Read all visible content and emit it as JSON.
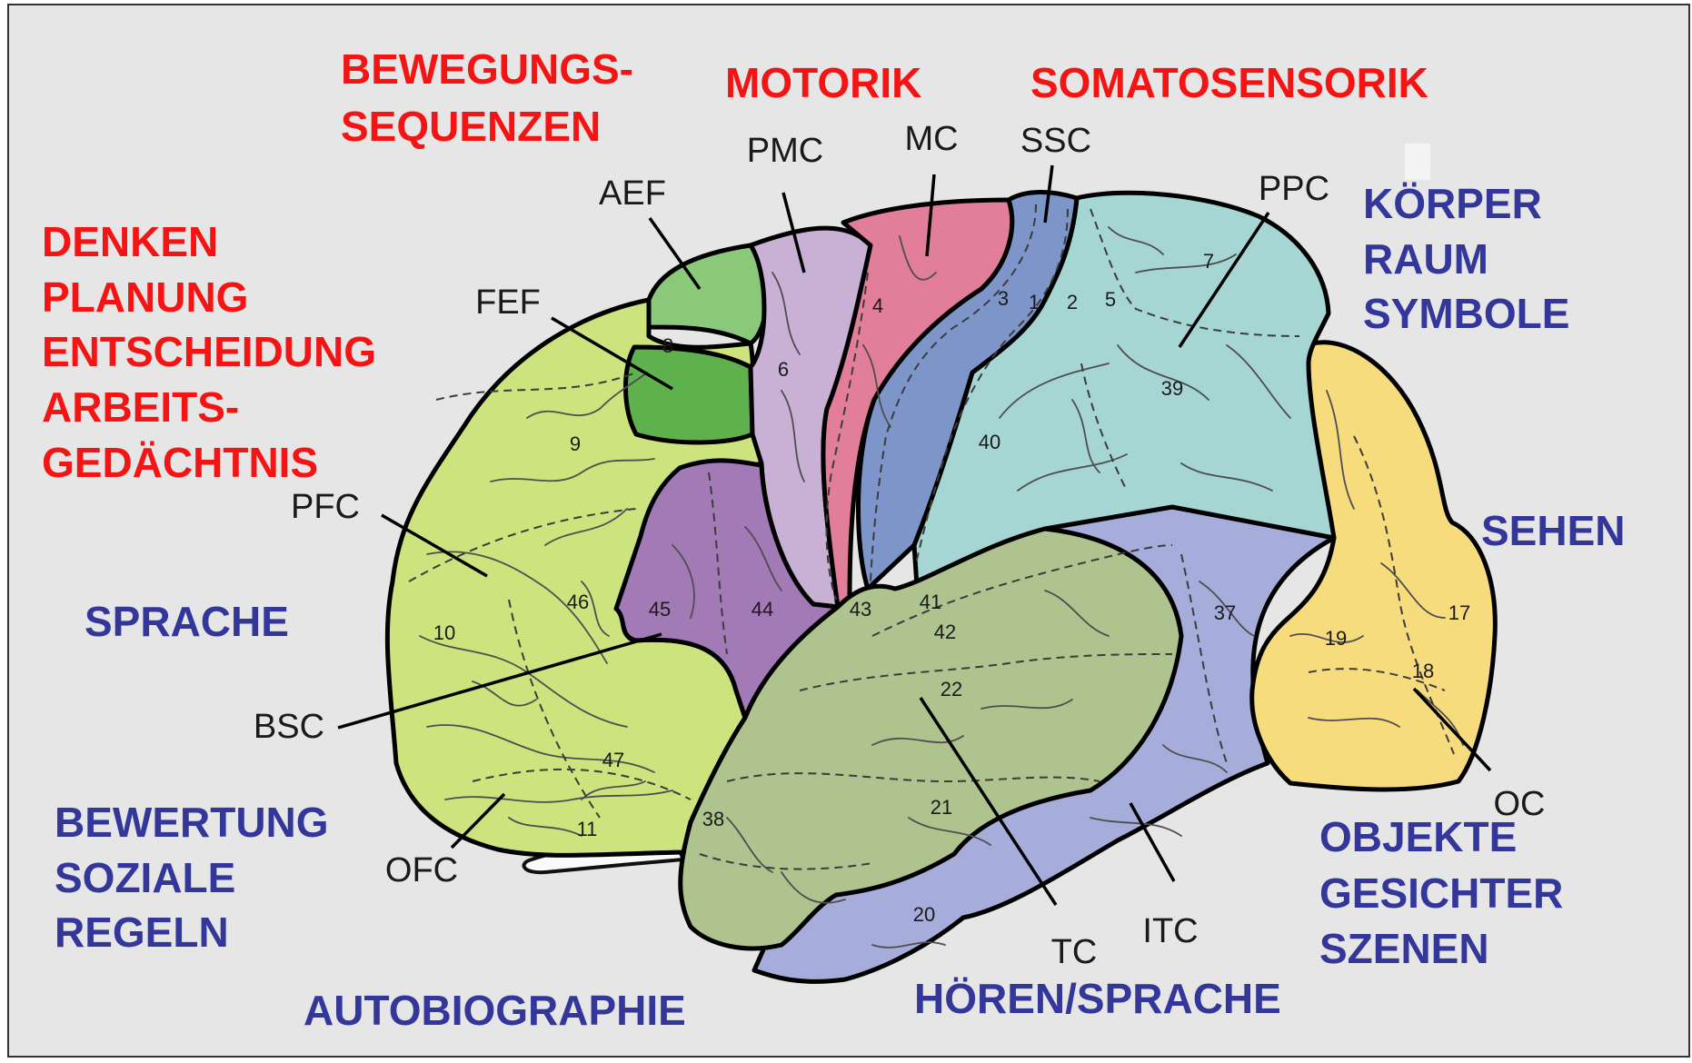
{
  "functions": {
    "bewegungssequenzen": [
      "BEWEGUNGS-",
      "SEQUENZEN"
    ],
    "motorik": "MOTORIK",
    "somatosensorik": "SOMATOSENSORIK",
    "denken": [
      "DENKEN",
      "PLANUNG",
      "ENTSCHEIDUNG",
      "ARBEITS-",
      "GEDÄCHTNIS"
    ],
    "koerper": [
      "KÖRPER",
      "RAUM",
      "SYMBOLE"
    ],
    "sehen": "SEHEN",
    "sprache": "SPRACHE",
    "bewertung": [
      "BEWERTUNG",
      "SOZIALE",
      "REGELN"
    ],
    "objekte": [
      "OBJEKTE",
      "GESICHTER",
      "SZENEN"
    ],
    "autobiographie": "AUTOBIOGRAPHIE",
    "hoeren": "HÖREN/SPRACHE"
  },
  "regions": {
    "aef": "AEF",
    "pmc": "PMC",
    "mc": "MC",
    "ssc": "SSC",
    "ppc": "PPC",
    "fef": "FEF",
    "pfc": "PFC",
    "bsc": "BSC",
    "ofc": "OFC",
    "oc": "OC",
    "itc": "ITC",
    "tc": "TC"
  },
  "areas": {
    "a1": "1",
    "a2": "2",
    "a3": "3",
    "a4": "4",
    "a5": "5",
    "a6": "6",
    "a7": "7",
    "a8": "8",
    "a9": "9",
    "a10": "10",
    "a11": "11",
    "a17": "17",
    "a18": "18",
    "a19": "19",
    "a20": "20",
    "a21": "21",
    "a22": "22",
    "a37": "37",
    "a38": "38",
    "a39": "39",
    "a40": "40",
    "a41": "41",
    "a42": "42",
    "a43": "43",
    "a44": "44",
    "a45": "45",
    "a46": "46",
    "a47": "47"
  },
  "colors": {
    "prefrontal": "#cde37e",
    "fef": "#5fb14d",
    "aef": "#8ac97a",
    "premotor": "#c9b0d5",
    "motor": "#e27d9a",
    "somatosensory": "#7e95c9",
    "parietal": "#a6d6d4",
    "occipital": "#f7dc7e",
    "broca": "#a27ab6",
    "temporal": "#aec38e",
    "inferotemporal": "#a7addb",
    "background": "#e6e6e6",
    "function_red": "#f41414",
    "function_blue": "#33379a"
  }
}
